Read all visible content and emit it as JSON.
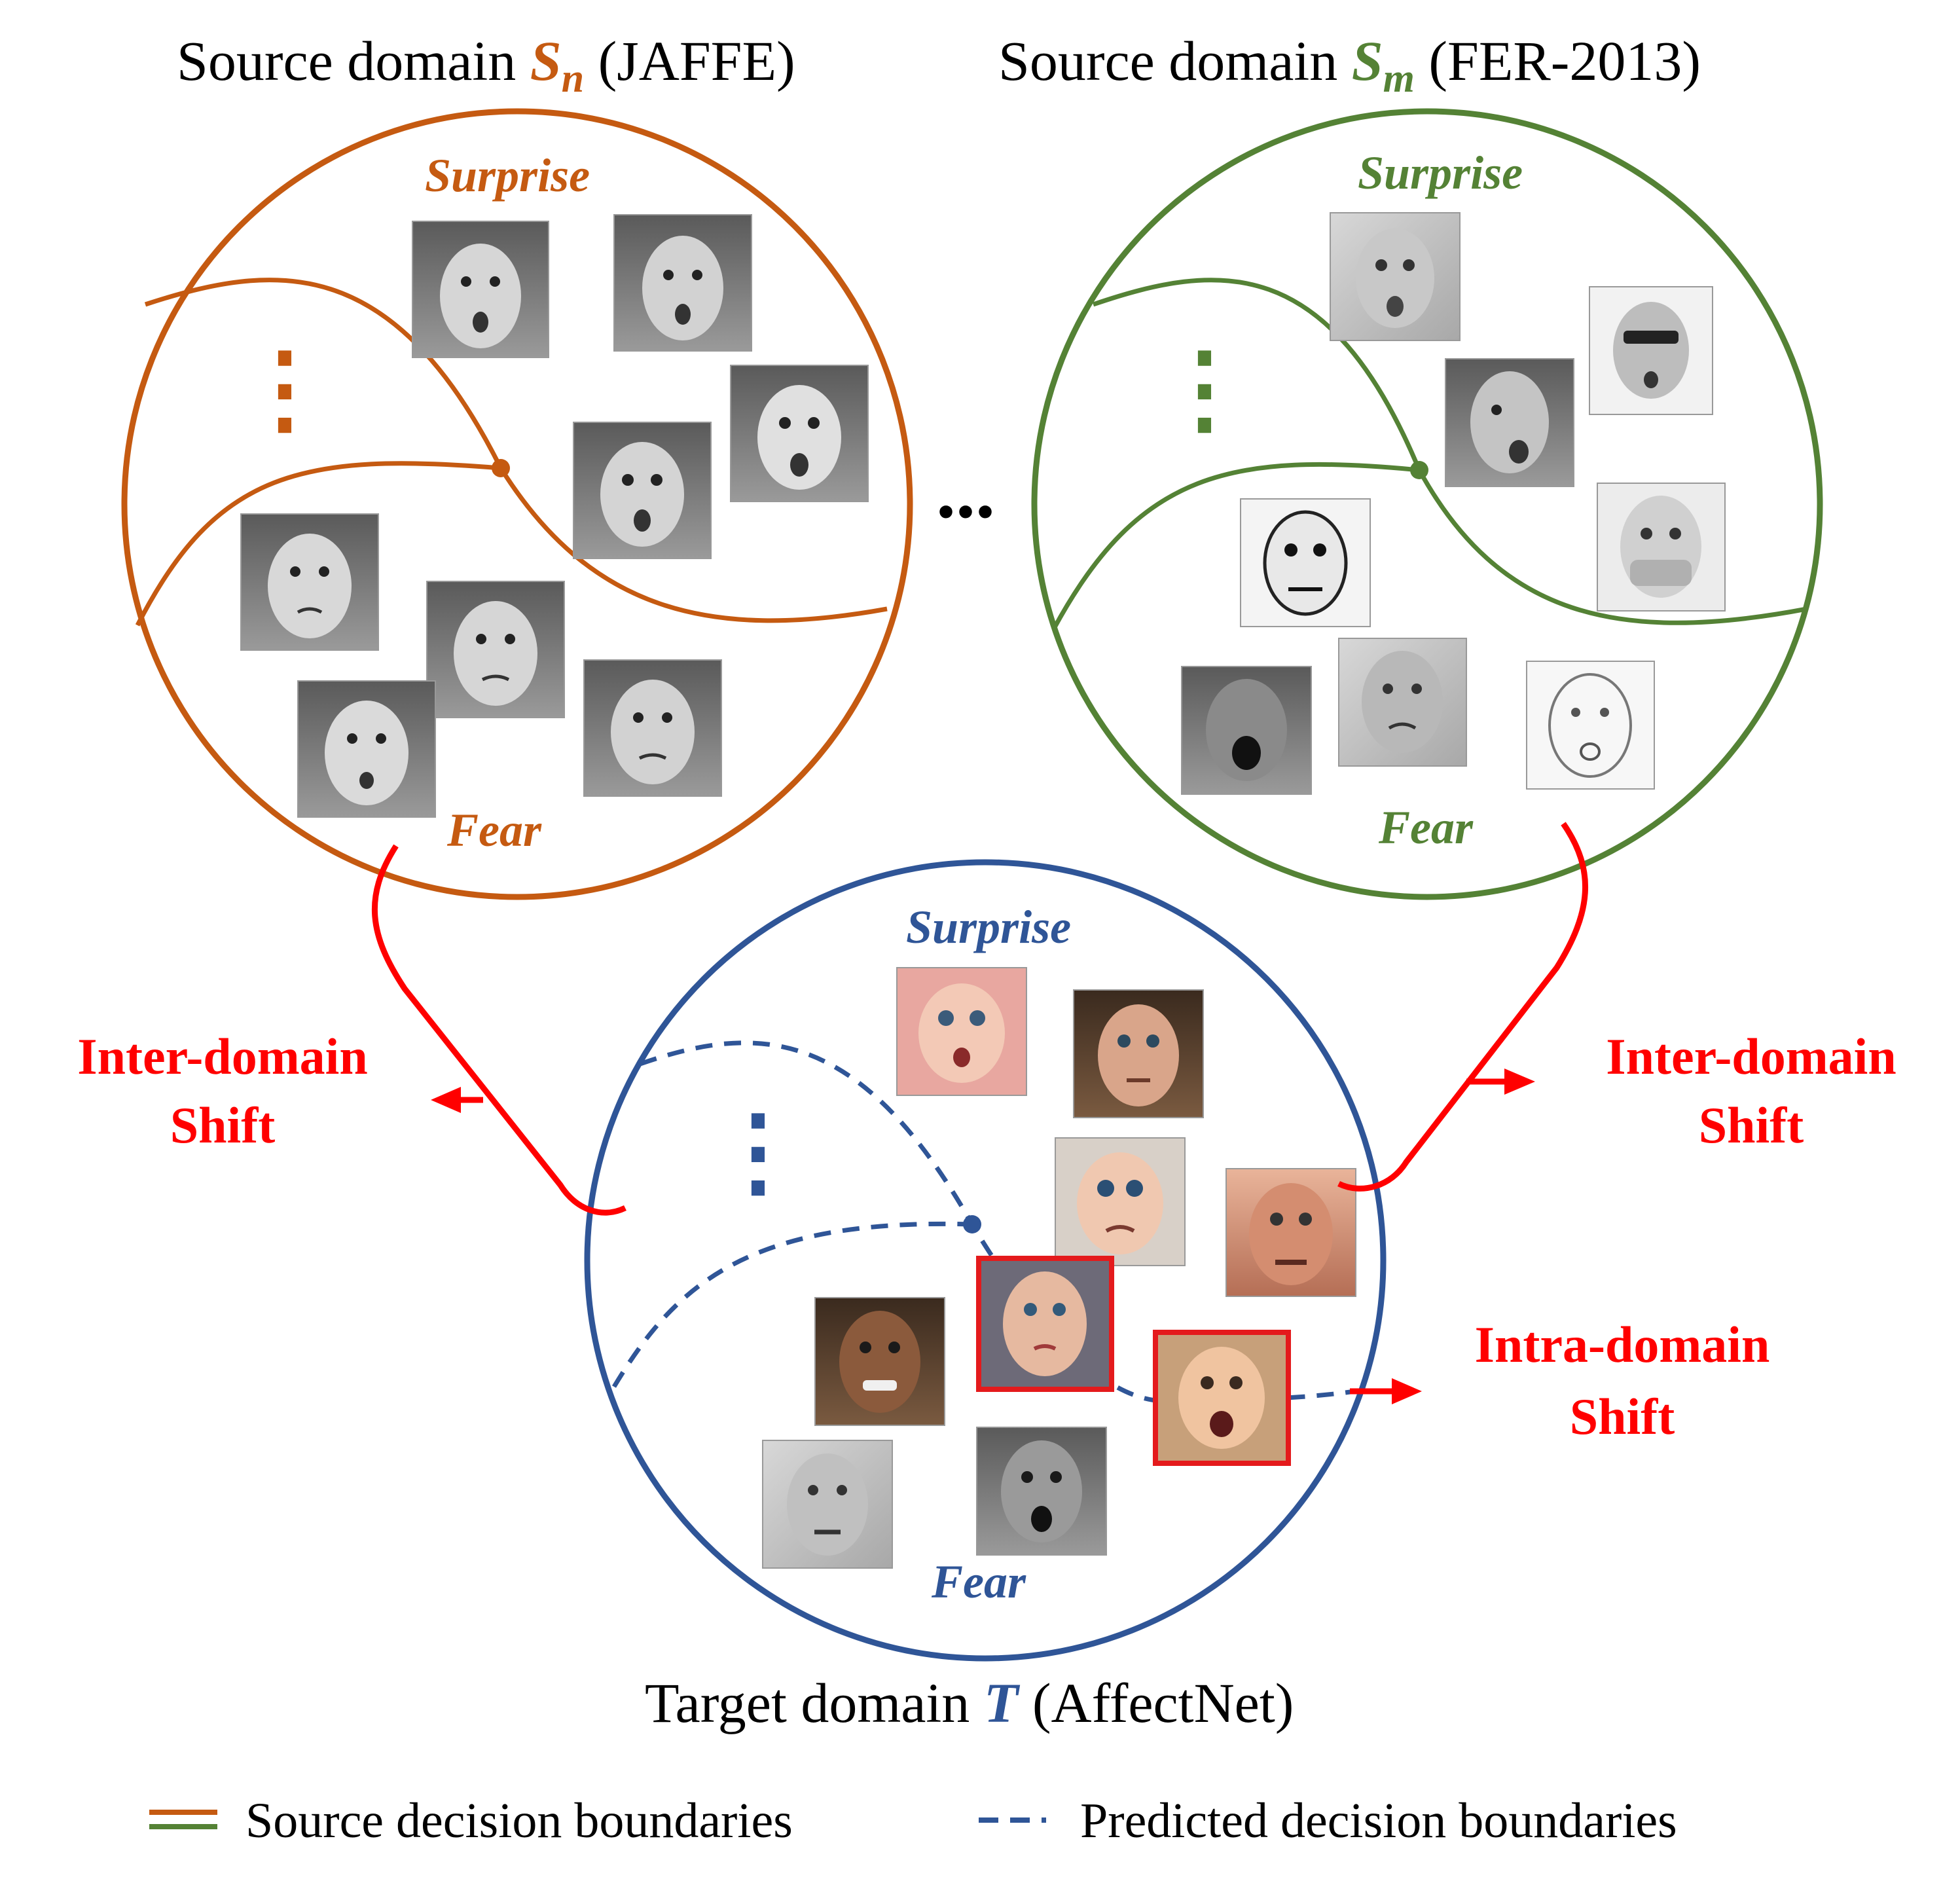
{
  "source_n": {
    "prefix": "Source domain ",
    "symbol": "S",
    "subscript": "n",
    "suffix": " (JAFFE)",
    "color": "#c55a11"
  },
  "source_m": {
    "prefix": "Source domain ",
    "symbol": "S",
    "subscript": "m",
    "suffix": " (FER-2013)",
    "color": "#548235"
  },
  "target": {
    "prefix": "Target domain ",
    "symbol": "T",
    "suffix": " (AffectNet)",
    "color": "#2f5597"
  },
  "circle_n": {
    "top_label": "Surprise",
    "bottom_label": "Fear",
    "ellipsis": "⋮"
  },
  "circle_m": {
    "top_label": "Surprise",
    "bottom_label": "Fear",
    "ellipsis": "⋮"
  },
  "circle_t": {
    "top_label": "Surprise",
    "bottom_label": "Fear",
    "ellipsis": "⋮"
  },
  "between_ellipsis": "...",
  "inter_left": {
    "line1": "Inter-domain",
    "line2": "Shift"
  },
  "inter_right": {
    "line1": "Inter-domain",
    "line2": "Shift"
  },
  "intra": {
    "line1": "Intra-domain",
    "line2": "Shift"
  },
  "legend": {
    "source": {
      "label": "Source decision boundaries",
      "color_n": "#c55a11",
      "color_m": "#548235"
    },
    "predicted": {
      "label": "Predicted decision boundaries",
      "color": "#2f5597"
    }
  },
  "shift_color": "#ff0000"
}
